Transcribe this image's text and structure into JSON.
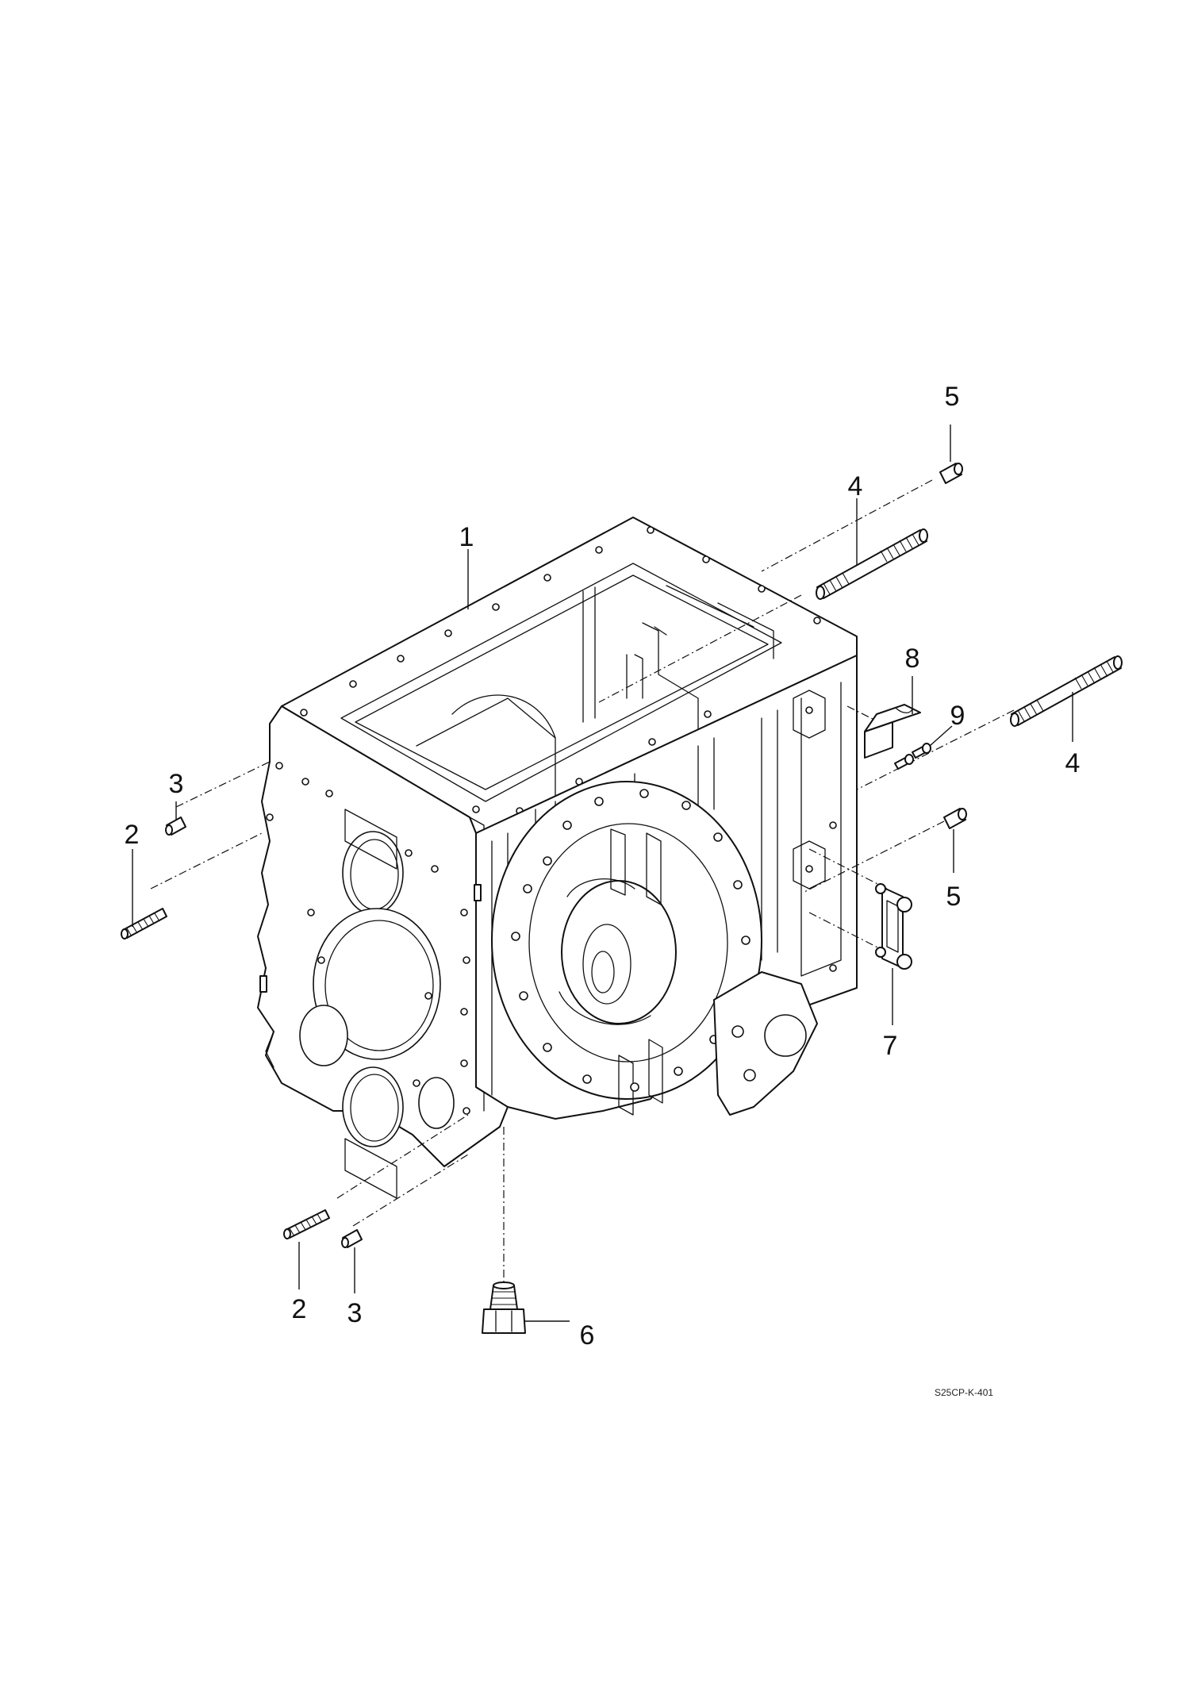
{
  "callouts": [
    {
      "id": "c1",
      "label": "1"
    },
    {
      "id": "c2a",
      "label": "2"
    },
    {
      "id": "c3a",
      "label": "3"
    },
    {
      "id": "c2b",
      "label": "2"
    },
    {
      "id": "c3b",
      "label": "3"
    },
    {
      "id": "c4a",
      "label": "4"
    },
    {
      "id": "c5a",
      "label": "5"
    },
    {
      "id": "c4b",
      "label": "4"
    },
    {
      "id": "c5b",
      "label": "5"
    },
    {
      "id": "c6",
      "label": "6"
    },
    {
      "id": "c7",
      "label": "7"
    },
    {
      "id": "c8",
      "label": "8"
    },
    {
      "id": "c9",
      "label": "9"
    }
  ],
  "drawing_reference": "S25CP-K-401"
}
